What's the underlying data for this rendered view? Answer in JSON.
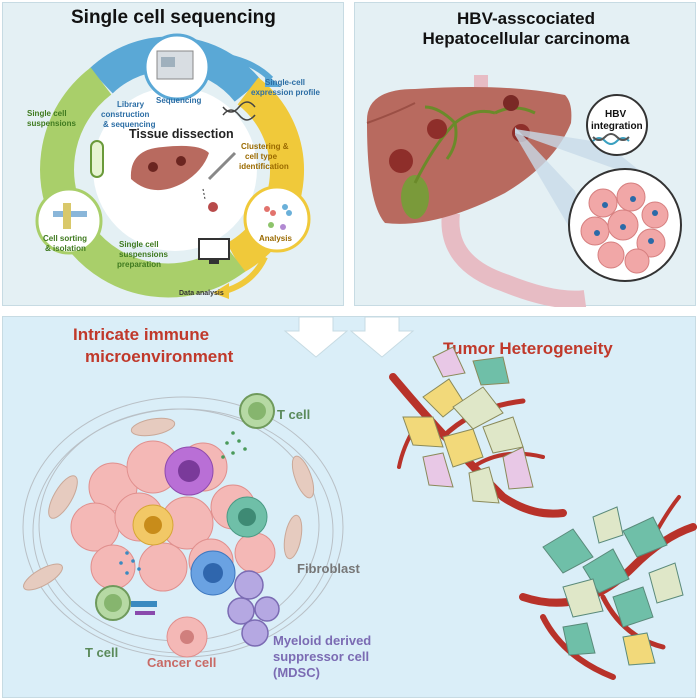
{
  "left_panel": {
    "title": "Single cell sequencing",
    "center_label": "Tissue dissection",
    "steps": {
      "sequencing": "Sequencing",
      "expression_profile": [
        "Single-cell",
        "expression profile"
      ],
      "library": [
        "Library",
        "construction",
        "& sequencing"
      ],
      "clustering": [
        "Clustering &",
        "cell type",
        "identification"
      ],
      "suspensions": [
        "Single cell",
        "suspensions"
      ],
      "sorting": [
        "Cell sorting",
        "& isolation"
      ],
      "preparation": [
        "Single cell",
        "suspensions",
        "preparation"
      ],
      "analysis": "Analysis",
      "data_analysis": "Data analysis"
    }
  },
  "right_panel": {
    "title_line1": "HBV-asscociated",
    "title_line2": "Hepatocellular carcinoma",
    "integration": [
      "HBV",
      "integration"
    ]
  },
  "bottom": {
    "immune_title": [
      "Intricate immune",
      "microenvironment"
    ],
    "heterogeneity_title": "Tumor Heterogeneity",
    "labels": {
      "t_cell_top": "T cell",
      "t_cell_bottom": "T cell",
      "fibroblast": "Fibroblast",
      "cancer_cell": "Cancer cell",
      "mdsc": [
        "Myeloid derived",
        "suppressor cell",
        "(MDSC)"
      ]
    }
  },
  "colors": {
    "title_red": "#c0392b",
    "cell_green": "#5a8a5a",
    "mdsc_purple": "#7b6bb3",
    "vessel_red": "#b8322a",
    "liver": "#b86a5f"
  }
}
